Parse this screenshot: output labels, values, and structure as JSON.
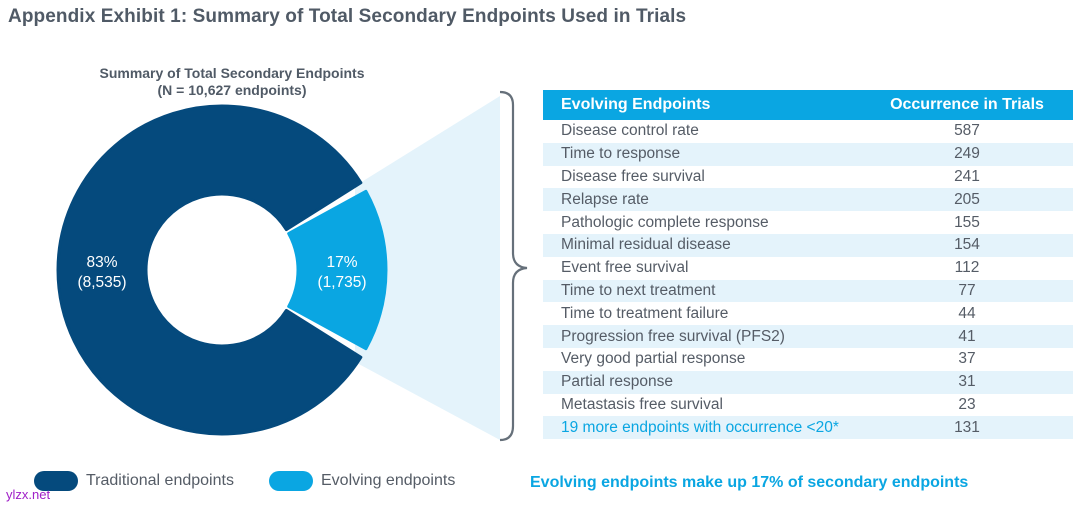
{
  "exhibit_title": "Appendix Exhibit 1: Summary of Total Secondary Endpoints Used in Trials",
  "colors": {
    "traditional": "#054a7d",
    "evolving": "#0aa6e2",
    "connector": "#e4f3fb",
    "bracket": "#66707a"
  },
  "chart_data": {
    "type": "pie",
    "title": "Summary of Total Secondary Endpoints",
    "subtitle": "(N = 10,627 endpoints)",
    "donut": true,
    "slices": [
      {
        "name": "Traditional endpoints",
        "value": 8535,
        "percent": 83,
        "pct_label": "83%",
        "value_label": "(8,535)"
      },
      {
        "name": "Evolving endpoints",
        "value": 1735,
        "percent": 17,
        "pct_label": "17%",
        "value_label": "(1,735)"
      }
    ],
    "legend": [
      "Traditional endpoints",
      "Evolving endpoints"
    ],
    "legend_position": "bottom"
  },
  "table": {
    "headers": [
      "Evolving Endpoints",
      "Occurrence in Trials"
    ],
    "rows": [
      {
        "name": "Disease control rate",
        "value": "587"
      },
      {
        "name": "Time to response",
        "value": "249"
      },
      {
        "name": "Disease free survival",
        "value": "241"
      },
      {
        "name": "Relapse rate",
        "value": "205"
      },
      {
        "name": "Pathologic complete response",
        "value": "155"
      },
      {
        "name": "Minimal residual disease",
        "value": "154"
      },
      {
        "name": "Event free survival",
        "value": "112"
      },
      {
        "name": "Time to next treatment",
        "value": "77"
      },
      {
        "name": "Time to treatment failure",
        "value": "44"
      },
      {
        "name": "Progression free survival (PFS2)",
        "value": "41"
      },
      {
        "name": "Very good partial response",
        "value": "37"
      },
      {
        "name": "Partial response",
        "value": "31"
      },
      {
        "name": "Metastasis free survival",
        "value": "23"
      },
      {
        "name": "19 more endpoints with occurrence <20*",
        "value": "131"
      }
    ]
  },
  "note": "Evolving endpoints make up 17% of secondary endpoints",
  "watermark": "ylzx.net"
}
